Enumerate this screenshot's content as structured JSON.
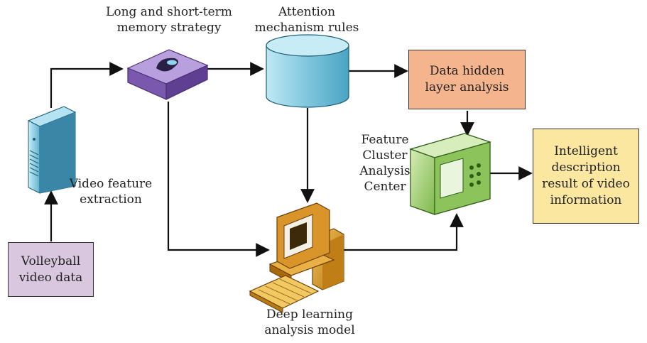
{
  "nodes": {
    "volleyball": "Volleyball\nvideo data",
    "video_feature": "Video feature\nextraction",
    "lstm": "Long and short-term\nmemory strategy",
    "attention": "Attention\nmechanism rules",
    "hidden_layer": "Data hidden\nlayer analysis",
    "feature_cluster": "Feature\nCluster\nAnalysis\nCenter",
    "deep_learning": "Deep learning\nanalysis model",
    "intelligent": "Intelligent\ndescription\nresult of video\ninformation"
  },
  "colors": {
    "volleyball_box": "#d9c6df",
    "hidden_box": "#f4b48d",
    "result_box": "#fbe7a0",
    "server": "#7ec8de",
    "lstm_device": "#9b7ac6",
    "database": "#7fc6dc",
    "instrument": "#9fce6e",
    "computer": "#d99a25"
  }
}
